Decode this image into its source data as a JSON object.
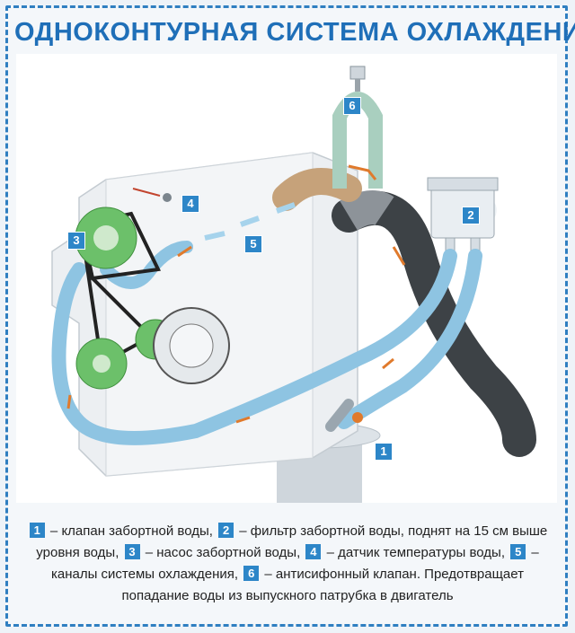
{
  "title": "ОДНОКОНТУРНАЯ СИСТЕМА ОХЛАЖДЕНИЯ",
  "markers": [
    "1",
    "2",
    "3",
    "4",
    "5",
    "6"
  ],
  "legend": [
    {
      "num": "1",
      "text": " – клапан забортной воды, "
    },
    {
      "num": "2",
      "text": " – фильтр забортной воды, поднят на 15 см выше уровня воды, "
    },
    {
      "num": "3",
      "text": " – насос забортной воды, "
    },
    {
      "num": "4",
      "text": " – датчик температуры воды, "
    },
    {
      "num": "5",
      "text": " – каналы системы охлаждения, "
    },
    {
      "num": "6",
      "text": " – антисифонный клапан. Предотвращает попадание воды из выпускного патрубка в двигатель"
    }
  ],
  "colors": {
    "accent": "#2d86c8",
    "title": "#1f6fb8",
    "hose": "#8ec4e2",
    "engine": "#eef0f2",
    "pulley": "#6cc06a",
    "exhaust": "#3d4246"
  }
}
